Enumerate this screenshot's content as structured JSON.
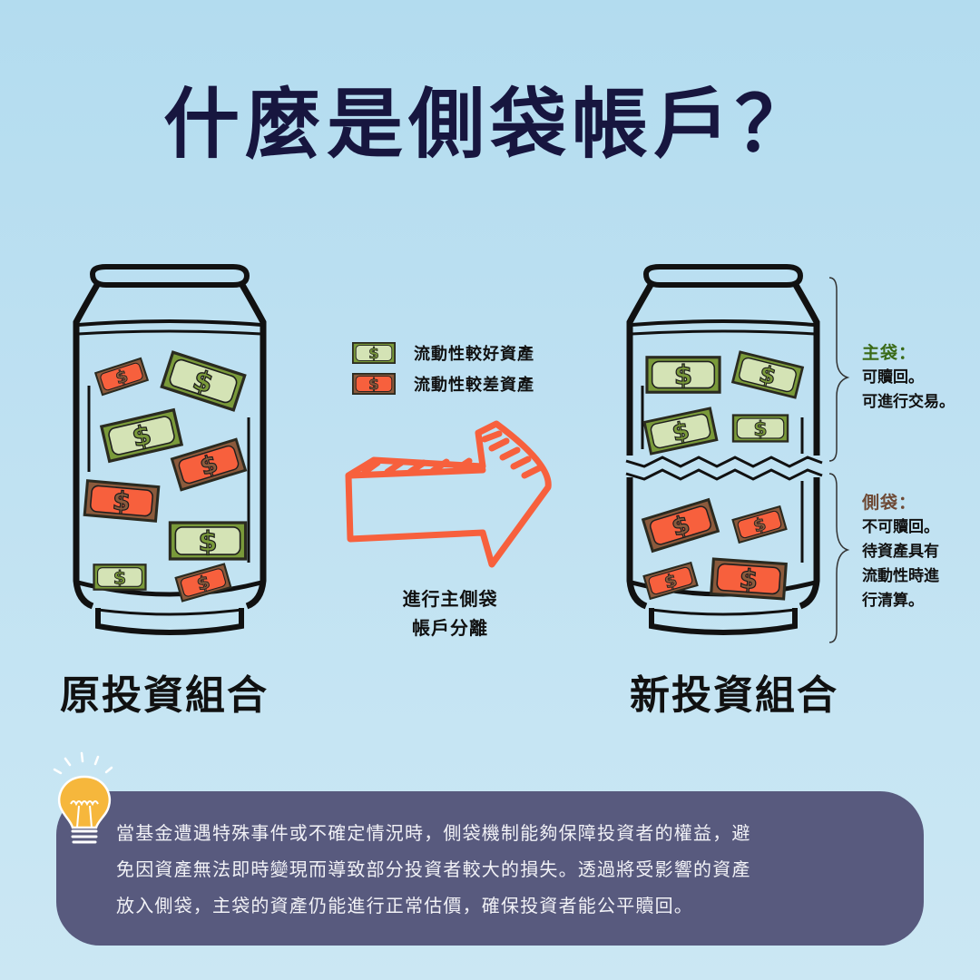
{
  "title": "什麼是側袋帳戶？",
  "legend": {
    "items": [
      {
        "label": "流動性較好資產",
        "icon": "green-bill-icon",
        "color": "#d4e3b5"
      },
      {
        "label": "流動性較差資產",
        "icon": "red-bill-icon",
        "color": "#f7603d"
      }
    ]
  },
  "arrow": {
    "caption_line1": "進行主側袋",
    "caption_line2": "帳戶分離",
    "color": "#f7603d"
  },
  "portfolios": {
    "old_label": "原投資組合",
    "new_label": "新投資組合"
  },
  "main_bag": {
    "title": "主袋：",
    "lines": [
      "可贖回。",
      "可進行交易。"
    ],
    "color": "#3a6a17"
  },
  "side_bag": {
    "title": "側袋：",
    "lines": [
      "不可贖回。",
      "待資產具有",
      "流動性時進",
      "行清算。"
    ],
    "color": "#6e4a36"
  },
  "note": {
    "icon": "lightbulb-icon",
    "lines": [
      "當基金遭遇特殊事件或不確定情況時，側袋機制能夠保障投資者的權益，避",
      "免因資產無法即時變現而導致部分投資者較大的損失。透過將受影響的資產",
      "放入側袋，主袋的資產仍能進行正常估價，確保投資者能公平贖回。"
    ]
  },
  "colors": {
    "background": "#b8def0",
    "title": "#17163f",
    "note_box": "#585a7e",
    "bill_green_fill": "#d4e3b5",
    "bill_green_border": "#7a9a3a",
    "bill_red_fill": "#f7603d",
    "bill_red_border": "#8b5a3c"
  }
}
